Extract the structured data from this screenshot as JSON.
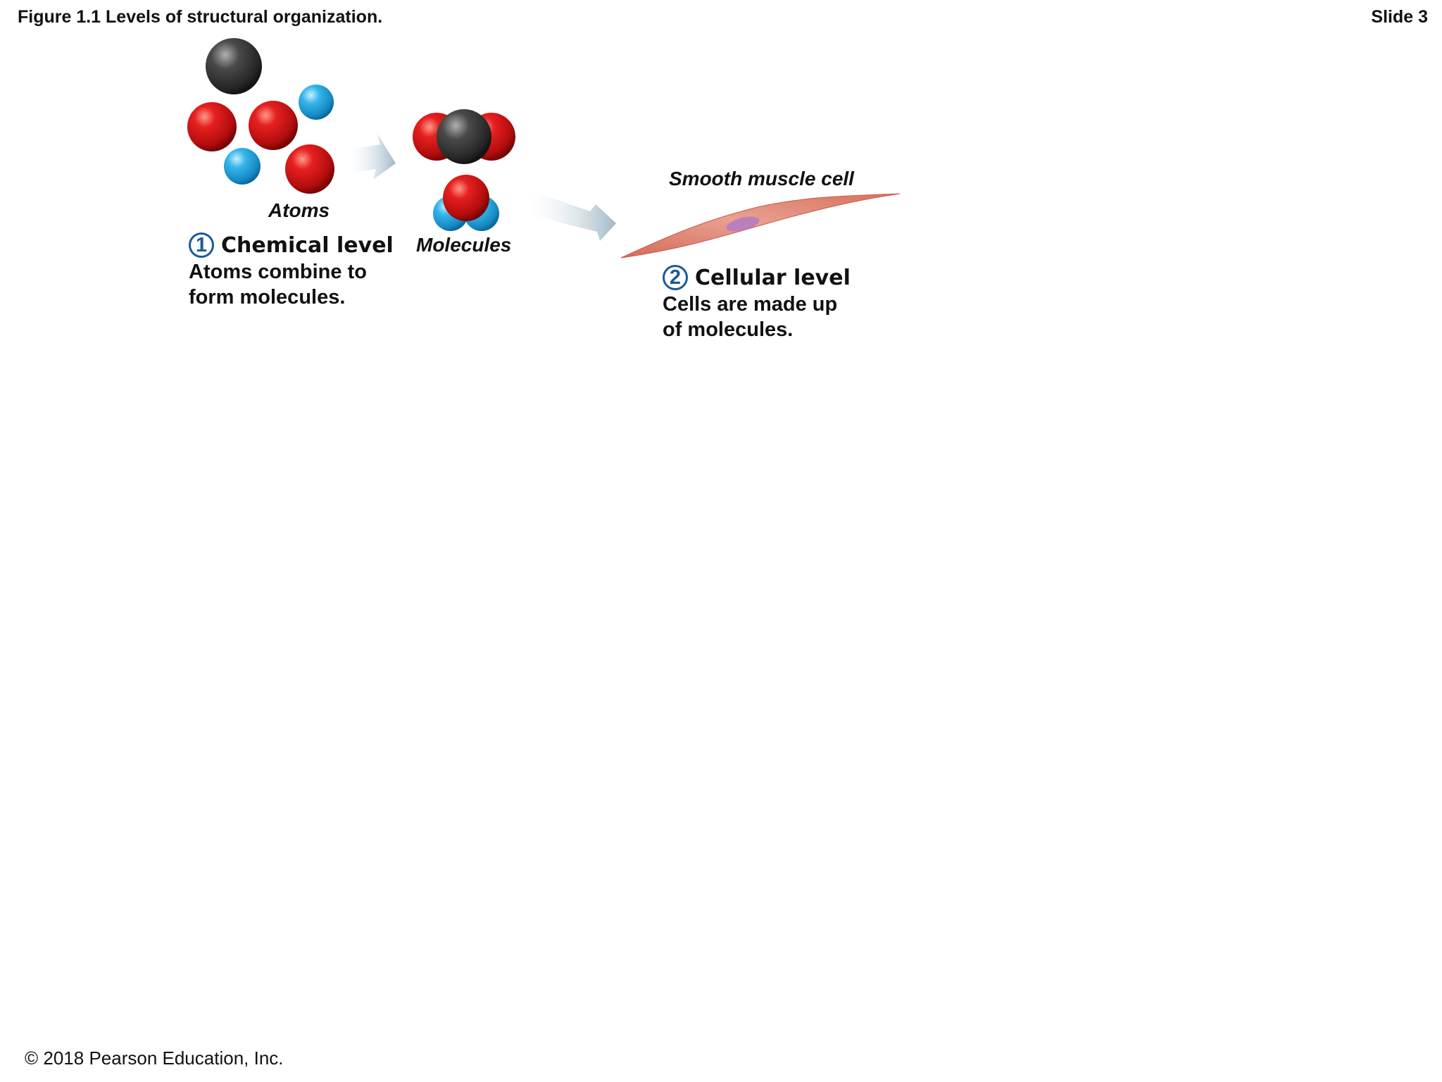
{
  "header": {
    "figure_title": "Figure 1.1 Levels of structural organization.",
    "slide_number": "Slide 3"
  },
  "footer": {
    "copyright": "© 2018 Pearson Education, Inc."
  },
  "diagram": {
    "atoms_label": "Atoms",
    "molecules_label": "Molecules",
    "cell_label": "Smooth muscle cell",
    "levels": [
      {
        "number": "1",
        "title": "Chemical level",
        "description_line1": "Atoms combine to",
        "description_line2": "form molecules."
      },
      {
        "number": "2",
        "title": "Cellular level",
        "description_line1": "Cells are made up",
        "description_line2": "of molecules."
      }
    ]
  },
  "colors": {
    "oxygen_atom": "#d41616",
    "carbon_atom": "#3a3a3a",
    "hydrogen_atom": "#27a6dc",
    "arrow": "#a9c0cc",
    "muscle_cell": "#e08878",
    "nucleus": "#b27ac6",
    "badge": "#1a5a9a"
  }
}
